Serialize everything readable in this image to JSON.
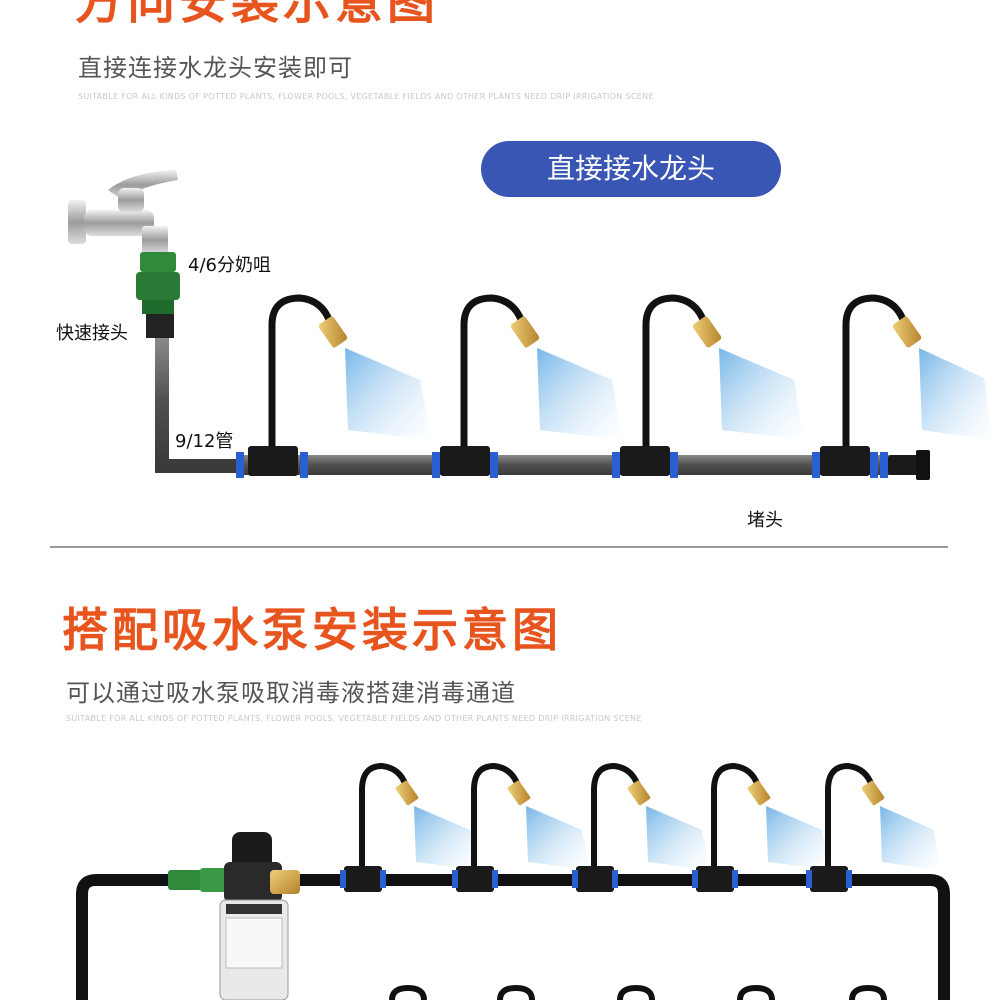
{
  "section1": {
    "title": "方向安装示意图",
    "subtitle": "直接连接水龙头安装即可",
    "english": "SUITABLE FOR ALL KINDS OF POTTED PLANTS, FLOWER POOLS, VEGETABLE FIELDS AND OTHER PLANTS NEED DRIP IRRIGATION SCENE",
    "badge": "直接接水龙头",
    "labels": {
      "adapter": "4/6分奶咀",
      "quick_connector": "快速接头",
      "pipe": "9/12管",
      "end_plug": "堵头"
    }
  },
  "section2": {
    "title": "搭配吸水泵安装示意图",
    "subtitle": "可以通过吸水泵吸取消毒液搭建消毒通道",
    "english": "SUITABLE FOR ALL KINDS OF POTTED PLANTS, FLOWER POOLS, VEGETABLE FIELDS AND OTHER PLANTS NEED DRIP IRRIGATION SCENE"
  },
  "colors": {
    "title": "#e8541e",
    "badge": "#3a56b5",
    "pipe": "#5a5a5a",
    "hose": "#111111",
    "nozzle": "#d4a13a",
    "mist": "#8fc4ec",
    "connector": "#2f8a3c"
  }
}
